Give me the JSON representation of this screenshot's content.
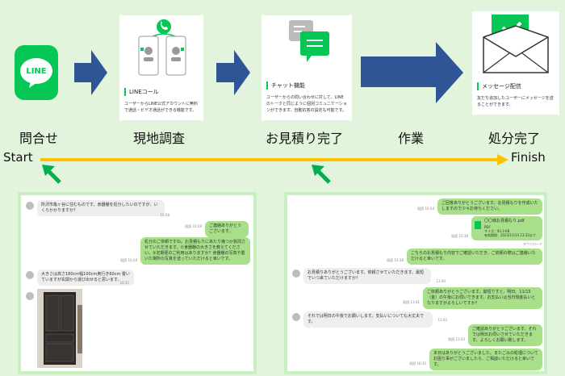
{
  "steps": [
    "問合せ",
    "現地調査",
    "お見積り完了",
    "作業",
    "処分完了"
  ],
  "timeline": {
    "start": "Start",
    "finish": "Finish"
  },
  "colors": {
    "bg": "#e2f4db",
    "arrow": "#2f5597",
    "timeline": "#ffc000",
    "pointer": "#00b050",
    "line_green": "#06c755"
  },
  "line_logo": {
    "text": "LINE"
  },
  "cards": [
    {
      "title": "LINEコール",
      "desc": "ユーザーからLINE公式アカウントに無料で通話・ビデオ通話ができる機能です。"
    },
    {
      "title": "チャット機能",
      "desc": "ユーザーからの問い合わせに対して、LINEのトークと同じように個別コミュニケーションができます。自動応答の設定も可能です。"
    },
    {
      "title": "メッセージ配信",
      "desc": "友だち追加したユーザーにメッセージを送ることができます。"
    }
  ],
  "chat_left": [
    {
      "side": "l",
      "text": "所沢市亀ヶ谷に住むものです。食器棚を処分したいのですが、いくらかかりますか？",
      "time": "10:28"
    },
    {
      "side": "r",
      "text": "ご連絡ありがとうございます。",
      "time": "既読 10:29"
    },
    {
      "side": "r",
      "text": "処分のご依頼ですね。お見積もりにあたり幾つか質問させていただきます。①食器棚の大きさを教えてください。②定期便のご利用はありますか？食器棚の写真や置いた場所の写真を送っていただけると幸いです。",
      "time": "既読 10:29"
    },
    {
      "side": "l",
      "text": "大きさは高さ180cm幅100cm奥行き60cm 置いていますが玄関から運び出せると思います。",
      "time": "10:31"
    }
  ],
  "chat_right": [
    {
      "side": "r",
      "text": "ご回答ありがとうございます。お見積もりを作成いたしますので少々お待ちください。",
      "time": "既読 10:34"
    },
    {
      "side": "r",
      "file": "〇〇様お見積もり.pdf",
      "file_sub": "PDF",
      "file_size": "サイズ：93.3 KB",
      "file_date": "有効期限：2023/11/14 13:33まで",
      "time": "既読 10:36",
      "tag": "ダウンロード"
    },
    {
      "side": "r",
      "text": "こちらのお見積もり内容でご確認いただき、ご依頼の際はご連絡いただけると幸いです。",
      "time": "既読 10:36"
    },
    {
      "side": "l",
      "text": "お見積りありがとうございます。依頼させていただきます。最短でいつ来ていただけますか？",
      "time": "13:40"
    },
    {
      "side": "r",
      "text": "ご依頼ありがとうございます。最短ですと、明日、11/15（金）の午後にお伺いできます。お支払いは当日現金払いとなりますがよろしいですか？",
      "time": "既読 13:41"
    },
    {
      "side": "l",
      "text": "それでは明日の午後でお願いします。支払いについても大丈夫です。",
      "time": "13:42"
    },
    {
      "side": "r",
      "text": "ご確認ありがとうございます。それでは明日お伺いさせていただきます。よろしくお願い致します。",
      "time": "既読 13:43"
    },
    {
      "side": "r",
      "text": "本日はありがとうございました。またごみの処理についてお困り事がございましたら、ご相談いただけると幸いです。",
      "time": "既読 16:35"
    }
  ]
}
